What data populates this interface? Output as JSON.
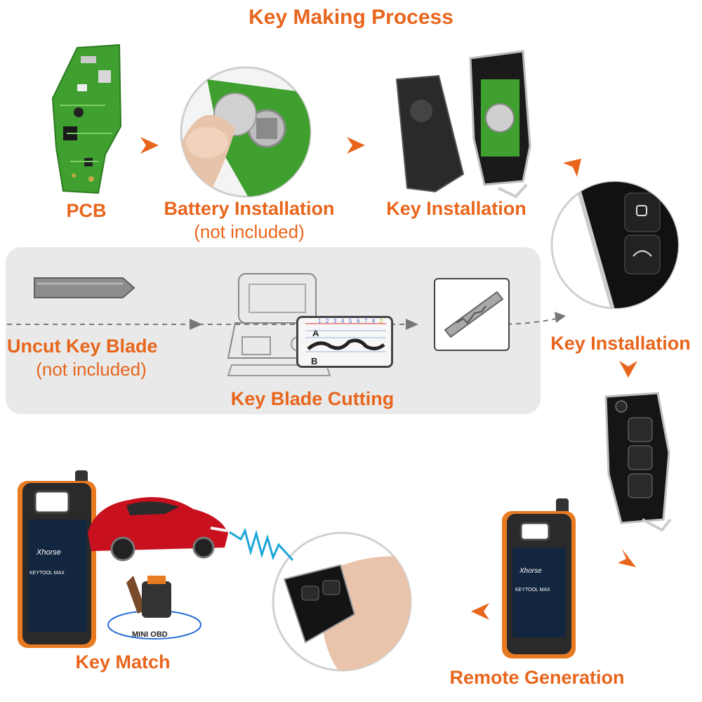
{
  "title": "Key Making Process",
  "steps": {
    "pcb": "PCB",
    "battery": "Battery Installation",
    "battery_note": "(not included)",
    "key_install_1": "Key Installation",
    "uncut_blade": "Uncut Key Blade",
    "uncut_note": "(not included)",
    "blade_cutting": "Key Blade Cutting",
    "key_install_2": "Key Installation",
    "remote_generation": "Remote Generation",
    "key_match": "Key Match"
  },
  "device": {
    "brand": "Xhorse",
    "model": "KEYTOOL MAX",
    "adapter": "MINI OBD"
  },
  "cutting_chart": {
    "row_a": "A",
    "row_b": "B",
    "numbers": [
      "1",
      "2",
      "3",
      "4",
      "5",
      "6",
      "7",
      "8",
      "2"
    ]
  },
  "colors": {
    "accent": "#e8651c",
    "panel": "#e9e9e9",
    "pcb_green": "#3fa02f",
    "car_red": "#c8101e"
  }
}
